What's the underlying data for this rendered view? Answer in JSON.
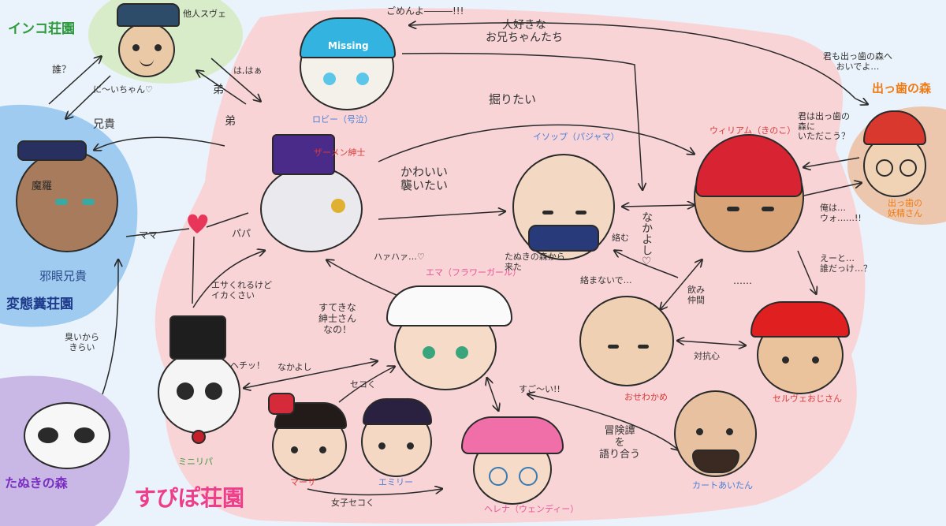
{
  "colors": {
    "pink_area": "#f9d4d6",
    "green_area": "#d8ecc9",
    "blue_area": "#9ecbef",
    "purple_area": "#c9b7e6",
    "tan_area": "#ecc7ad",
    "sky": "#eaf3fb",
    "green_text": "#2c9a3a",
    "navy_text": "#1e3a8a",
    "purple_text": "#7a2fc0",
    "orange_text": "#f07a12",
    "pink_text": "#ee3d8a",
    "blue_label": "#4a7fd8",
    "red_label": "#d83a3a",
    "pink_label": "#e8559a",
    "green_label": "#3c9a3c",
    "dark": "#2a2a2a"
  },
  "manors": {
    "inko": "インコ荘園",
    "hentai": "変態糞荘園",
    "tanuki": "たぬきの森",
    "deppa": "出っ歯の森",
    "supipo": "すぴぽ荘園"
  },
  "characters": {
    "tanin": "他人スヴェ",
    "jagan": "邪眼兄貴",
    "robbie": "ロビー（号泣）",
    "zamen": "ザーメン紳士",
    "aesop": "イソップ（パジャマ）",
    "william": "ウィリアム（きのこ）",
    "emma": "エマ（フラワーガール）",
    "minipapa": "ミニリパ",
    "martha": "マーサ",
    "emily": "エミリー",
    "helena": "ヘレナ（ウェンディー）",
    "osewakame": "おせわかめ",
    "kurt": "カートあいたん",
    "servet": "セルヴェおじさん",
    "yousei": "出っ歯の\n妖精さん"
  },
  "tag": {
    "missing": "Missing",
    "mabo": "魔羅"
  },
  "labels": {
    "dare": "誰？",
    "niichan": "に〜いちゃん♡",
    "otouto1": "弟",
    "hahaa": "は,はぁ",
    "otouto2": "弟",
    "aniki": "兄貴",
    "mama": "ママ",
    "papa": "パパ",
    "kusai": "臭いから\nきらい",
    "gomen": "ごめんよ―――!!!",
    "daisuki": "大好きな\nお兄ちゃんたち",
    "horitai": "掘りたい",
    "kimimo": "君も出っ歯の森へ\nおいでよ…",
    "kimideppa": "君は出っ歯の\n森に\nいただこう？",
    "kawaii": "かわいい\n襲いたい",
    "nakayoshi_v": "なかよし♡",
    "karamu": "絡む",
    "karamanai": "絡まないで…",
    "tanukikara": "たぬきの森から\n来た",
    "haahaa": "ハァハァ…♡",
    "oreha": "俺は…\nウォ……!!",
    "eeto": "えーと…\n誰だっけ…？",
    "dots": "……",
    "nomi": "飲み\n仲間",
    "taikoushin": "対抗心",
    "esa": "エサくれるけど\nイカくさい",
    "sutekina": "すてきな\n紳士さん\nなの！",
    "heh": "ヘチッ！",
    "nakayoshi_h": "なかよし",
    "sekoku1": "セコく",
    "sugoi": "すご〜い!!",
    "bouken": "冒険譚\nを\n語り合う",
    "joshi": "女子セコく"
  }
}
